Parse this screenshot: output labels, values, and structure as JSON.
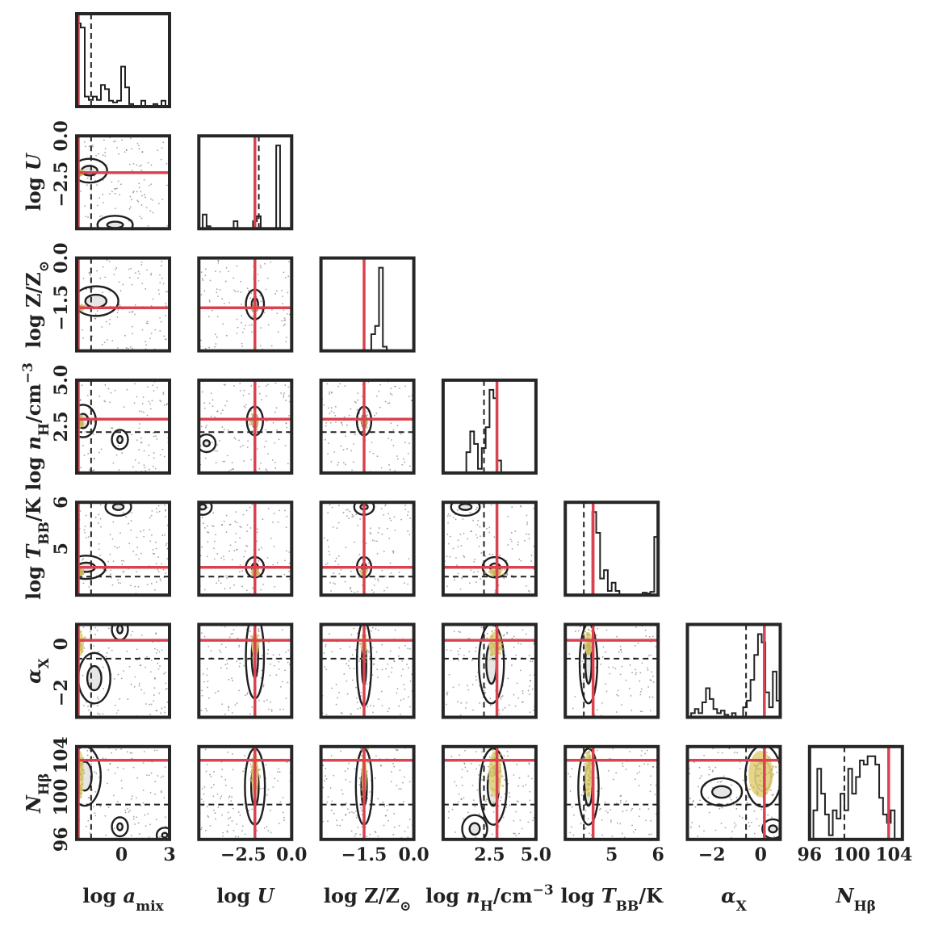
{
  "chart_data": {
    "type": "corner",
    "title": "",
    "colors": {
      "frame": "#262626",
      "truth_line": "#d9434f",
      "median_line": "#222222",
      "posterior_fill": "#e3d17f",
      "contour": "#1f1f1f",
      "scatter": "#555555"
    },
    "parameters": [
      {
        "key": "amix",
        "label_parts": [
          {
            "t": "log "
          },
          {
            "t": "a",
            "i": true
          },
          {
            "t": "mix",
            "sub": true
          }
        ],
        "range": [
          -2.8,
          3
        ],
        "ticks": [
          {
            "v": 0,
            "label": "0"
          },
          {
            "v": 3,
            "label": "3"
          }
        ],
        "truth": -2.7,
        "median": -1.9,
        "grid": -1.9,
        "hist": [
          1.0,
          0.95,
          0.12,
          0.08,
          0.12,
          0.08,
          0.26,
          0.21,
          0.07,
          0.05,
          0.07,
          0.48,
          0.23,
          0.03,
          0.01,
          0.0,
          0.07,
          0.0,
          0.0,
          0.03,
          0.01,
          0.07,
          0.0
        ]
      },
      {
        "key": "logU",
        "label_parts": [
          {
            "t": "log "
          },
          {
            "t": "U",
            "i": true
          }
        ],
        "range": [
          -4.8,
          0
        ],
        "ticks": [
          {
            "v": -2.5,
            "label": "−2.5"
          },
          {
            "v": 0,
            "label": "0.0"
          }
        ],
        "truth": -1.9,
        "median": -1.7,
        "grid": -1.9,
        "hist": [
          0.0,
          0.17,
          0.03,
          0.0,
          0.0,
          0.0,
          0.0,
          0.0,
          0.0,
          0.09,
          0.0,
          0.0,
          0.0,
          0.0,
          0.09,
          0.15,
          0.0,
          0.0,
          0.0,
          0.0,
          1.0,
          0.0,
          0.0,
          0.0
        ]
      },
      {
        "key": "logZ",
        "label_parts": [
          {
            "t": "log Z/Z"
          },
          {
            "t": "⊙",
            "sub": true
          }
        ],
        "range": [
          -2.8,
          0
        ],
        "ticks": [
          {
            "v": -1.5,
            "label": "−1.5"
          },
          {
            "v": 0,
            "label": "0.0"
          }
        ],
        "truth": -1.5,
        "median": -1.5,
        "grid": -1.5,
        "hist": [
          0.0,
          0.0,
          0.0,
          0.0,
          0.0,
          0.0,
          0.0,
          0.0,
          0.0,
          0.0,
          0.0,
          0.0,
          0.0,
          0.2,
          0.3,
          1.0,
          0.05,
          0.0,
          0.0,
          0.0,
          0.0,
          0.0,
          0.0,
          0.0
        ]
      },
      {
        "key": "lognH",
        "label_parts": [
          {
            "t": "log "
          },
          {
            "t": "n",
            "i": true
          },
          {
            "t": "H",
            "sub": true
          },
          {
            "t": "/cm"
          },
          {
            "t": "−3",
            "sup": true
          }
        ],
        "range": [
          0,
          5
        ],
        "ticks": [
          {
            "v": 2.5,
            "label": "2.5"
          },
          {
            "v": 5,
            "label": "5.0"
          }
        ],
        "truth": 2.9,
        "median": 2.2,
        "grid": 2.2,
        "hist": [
          0.0,
          0.0,
          0.0,
          0.0,
          0.0,
          0.0,
          0.25,
          0.5,
          0.35,
          0.05,
          0.3,
          0.55,
          1.0,
          0.9,
          0.15,
          0.0,
          0.0,
          0.0,
          0.0,
          0.0,
          0.0,
          0.0,
          0.0,
          0.0
        ]
      },
      {
        "key": "logTBB",
        "label_parts": [
          {
            "t": "log "
          },
          {
            "t": "T",
            "i": true
          },
          {
            "t": "BB",
            "sub": true
          },
          {
            "t": "/K"
          }
        ],
        "range": [
          4.0,
          6.0
        ],
        "ticks": [
          {
            "v": 5,
            "label": "5"
          },
          {
            "v": 6,
            "label": "6"
          }
        ],
        "truth": 4.6,
        "median": 4.4,
        "grid": 4.4,
        "hist": [
          0.0,
          0.0,
          0.0,
          0.0,
          0.0,
          0.0,
          0.0,
          1.0,
          0.75,
          0.2,
          0.3,
          0.05,
          0.15,
          0.05,
          0.0,
          0.0,
          0.0,
          0.0,
          0.0,
          0.0,
          0.03,
          0.02,
          0.04,
          0.7
        ]
      },
      {
        "key": "alphaX",
        "label_parts": [
          {
            "t": "α",
            "i": true
          },
          {
            "t": "X",
            "sub": true
          }
        ],
        "range": [
          -3.0,
          0.8
        ],
        "ticks": [
          {
            "v": -2,
            "label": "−2"
          },
          {
            "v": 0,
            "label": "0"
          }
        ],
        "truth": 0.15,
        "median": -0.6,
        "grid": -0.6,
        "hist": [
          0.0,
          0.05,
          0.1,
          0.05,
          0.18,
          0.35,
          0.22,
          0.1,
          0.05,
          0.08,
          0.03,
          0.0,
          0.05,
          0.0,
          0.0,
          0.12,
          0.2,
          0.45,
          0.75,
          1.0,
          0.9,
          0.3,
          0.12,
          0.55,
          0.2
        ]
      },
      {
        "key": "NHb",
        "label_parts": [
          {
            "t": "N",
            "i": true
          },
          {
            "t": "Hβ",
            "sub": true
          }
        ],
        "range": [
          96,
          104.8
        ],
        "ticks": [
          {
            "v": 96,
            "label": "96"
          },
          {
            "v": 100,
            "label": "100"
          },
          {
            "v": 104,
            "label": "104"
          }
        ],
        "truth": 103.5,
        "median": 99.3,
        "grid": 99.3,
        "hist": [
          0.0,
          0.35,
          0.85,
          0.55,
          0.3,
          0.05,
          0.35,
          0.25,
          0.55,
          0.35,
          0.85,
          0.55,
          0.75,
          0.95,
          0.9,
          1.0,
          1.0,
          0.9,
          0.5,
          0.3,
          0.2,
          0.35,
          0.0,
          0.0
        ]
      }
    ],
    "posterior_peaks": {
      "amix": -2.6,
      "logU": -1.9,
      "logZ": -1.5,
      "lognH": 2.8,
      "logTBB": 4.5,
      "alphaX": 0.0,
      "NHb": 102.2
    },
    "posterior_spread": {
      "amix": 0.25,
      "logU": 0.18,
      "logZ": 0.08,
      "lognH": 0.35,
      "logTBB": 0.08,
      "alphaX": 0.5,
      "NHb": 2.2
    },
    "contour_blobs": [
      {
        "i": 1,
        "j": 0,
        "cx": -2.0,
        "cy": -1.8,
        "rx": 0.9,
        "ry": 0.45
      },
      {
        "i": 1,
        "j": 0,
        "cx": -0.4,
        "cy": -4.6,
        "rx": 0.9,
        "ry": 0.3
      },
      {
        "i": 2,
        "j": 0,
        "cx": -1.6,
        "cy": -1.3,
        "rx": 1.2,
        "ry": 0.35
      },
      {
        "i": 2,
        "j": 1,
        "cx": -1.9,
        "cy": -1.4,
        "rx": 0.3,
        "ry": 0.35
      },
      {
        "i": 3,
        "j": 0,
        "cx": -2.4,
        "cy": 2.8,
        "rx": 0.6,
        "ry": 0.7
      },
      {
        "i": 3,
        "j": 0,
        "cx": -0.1,
        "cy": 1.8,
        "rx": 0.3,
        "ry": 0.35
      },
      {
        "i": 3,
        "j": 1,
        "cx": -1.9,
        "cy": 2.8,
        "rx": 0.25,
        "ry": 0.6
      },
      {
        "i": 3,
        "j": 1,
        "cx": -4.4,
        "cy": 1.6,
        "rx": 0.3,
        "ry": 0.3
      },
      {
        "i": 3,
        "j": 2,
        "cx": -1.5,
        "cy": 2.8,
        "rx": 0.12,
        "ry": 0.6
      },
      {
        "i": 4,
        "j": 0,
        "cx": -2.2,
        "cy": 4.6,
        "rx": 1.0,
        "ry": 0.18
      },
      {
        "i": 4,
        "j": 0,
        "cx": -0.2,
        "cy": 5.9,
        "rx": 0.6,
        "ry": 0.12
      },
      {
        "i": 4,
        "j": 1,
        "cx": -1.9,
        "cy": 4.6,
        "rx": 0.3,
        "ry": 0.15
      },
      {
        "i": 4,
        "j": 1,
        "cx": -4.6,
        "cy": 5.9,
        "rx": 0.3,
        "ry": 0.1
      },
      {
        "i": 4,
        "j": 2,
        "cx": -1.5,
        "cy": 4.6,
        "rx": 0.12,
        "ry": 0.15
      },
      {
        "i": 4,
        "j": 2,
        "cx": -1.5,
        "cy": 5.9,
        "rx": 0.2,
        "ry": 0.1
      },
      {
        "i": 4,
        "j": 3,
        "cx": 2.8,
        "cy": 4.6,
        "rx": 0.5,
        "ry": 0.15
      },
      {
        "i": 4,
        "j": 3,
        "cx": 1.2,
        "cy": 5.9,
        "rx": 0.6,
        "ry": 0.12
      },
      {
        "i": 5,
        "j": 0,
        "cx": -1.7,
        "cy": -1.4,
        "rx": 0.8,
        "ry": 0.9
      },
      {
        "i": 5,
        "j": 0,
        "cx": -0.1,
        "cy": 0.6,
        "rx": 0.3,
        "ry": 0.3
      },
      {
        "i": 5,
        "j": 1,
        "cx": -1.9,
        "cy": -0.5,
        "rx": 0.3,
        "ry": 1.6
      },
      {
        "i": 5,
        "j": 2,
        "cx": -1.5,
        "cy": -0.8,
        "rx": 0.12,
        "ry": 1.6
      },
      {
        "i": 5,
        "j": 3,
        "cx": 2.6,
        "cy": -0.8,
        "rx": 0.5,
        "ry": 1.5
      },
      {
        "i": 5,
        "j": 4,
        "cx": 4.5,
        "cy": -0.8,
        "rx": 0.12,
        "ry": 1.5
      },
      {
        "i": 6,
        "j": 0,
        "cx": -2.3,
        "cy": 102.0,
        "rx": 0.8,
        "ry": 2.5
      },
      {
        "i": 6,
        "j": 0,
        "cx": -0.1,
        "cy": 97.2,
        "rx": 0.3,
        "ry": 0.6
      },
      {
        "i": 6,
        "j": 0,
        "cx": 2.7,
        "cy": 96.4,
        "rx": 0.3,
        "ry": 0.4
      },
      {
        "i": 6,
        "j": 1,
        "cx": -1.9,
        "cy": 101.0,
        "rx": 0.35,
        "ry": 3.3
      },
      {
        "i": 6,
        "j": 2,
        "cx": -1.5,
        "cy": 101.0,
        "rx": 0.15,
        "ry": 3.3
      },
      {
        "i": 6,
        "j": 3,
        "cx": 2.7,
        "cy": 101.0,
        "rx": 0.55,
        "ry": 3.3
      },
      {
        "i": 6,
        "j": 3,
        "cx": 1.7,
        "cy": 97.0,
        "rx": 0.5,
        "ry": 1.0
      },
      {
        "i": 6,
        "j": 4,
        "cx": 4.5,
        "cy": 101.0,
        "rx": 0.15,
        "ry": 3.3
      },
      {
        "i": 6,
        "j": 5,
        "cx": 0.1,
        "cy": 102.0,
        "rx": 0.6,
        "ry": 2.6
      },
      {
        "i": 6,
        "j": 5,
        "cx": -1.6,
        "cy": 100.5,
        "rx": 0.7,
        "ry": 1.0
      },
      {
        "i": 6,
        "j": 5,
        "cx": 0.5,
        "cy": 97.0,
        "rx": 0.3,
        "ry": 0.6
      }
    ]
  }
}
